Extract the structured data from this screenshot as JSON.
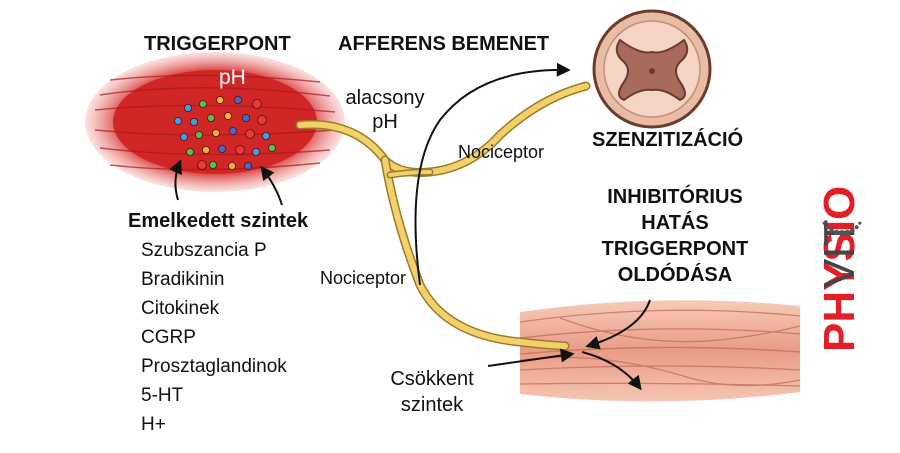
{
  "labels": {
    "triggerpoint": "TRIGGERPONT",
    "ph": "pH",
    "afferent_input": "AFFERENS BEMENET",
    "low_ph_line1": "alacsony",
    "low_ph_line2": "pH",
    "nociceptor_upper": "Nociceptor",
    "nociceptor_lower": "Nociceptor",
    "sensitization": "SZENZITIZÁCIÓ",
    "elevated_levels": "Emelkedett szintek",
    "inhibitory_line1": "INHIBITÓRIUS",
    "inhibitory_line2": "HATÁS",
    "inhibitory_line3": "TRIGGERPONT",
    "inhibitory_line4": "OLDÓDÁSA",
    "decreased_line1": "Csökkent",
    "decreased_line2": "szintek"
  },
  "substances": [
    "Szubszancia P",
    "Bradikinin",
    "Citokinek",
    "CGRP",
    "Prosztaglandinok",
    "5-HT",
    "H+"
  ],
  "logo": {
    "text_left": "PHYSIO",
    "text_right": "VIT",
    "color_left": "#e41e26",
    "color_right": "#444444"
  },
  "colors": {
    "muscle_red": "#d42a2a",
    "nerve_yellow": "#f2d16a",
    "spinal_cord": "#e8b9a0",
    "muscle_pink": "#eba48e"
  }
}
